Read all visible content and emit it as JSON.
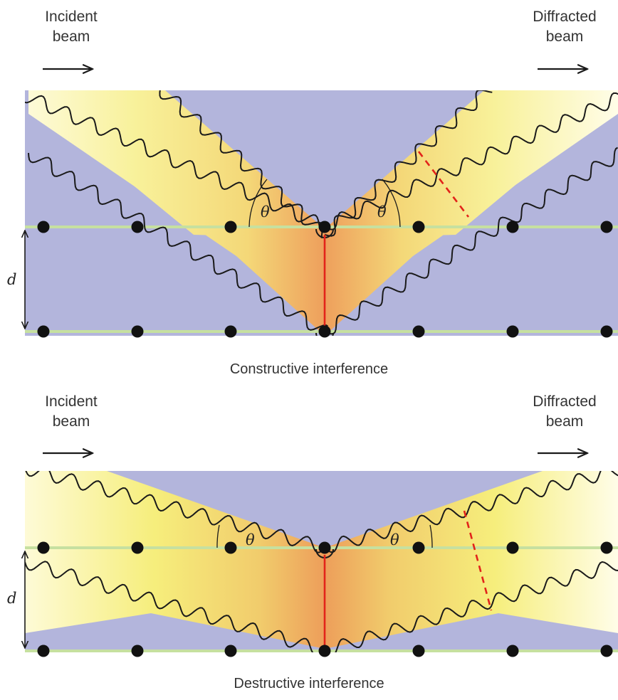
{
  "panels": [
    {
      "id": "constructive",
      "incident": {
        "line1": "Incident",
        "line2": "beam"
      },
      "diffracted": {
        "line1": "Diffracted",
        "line2": "beam"
      },
      "caption": "Constructive interference",
      "angle_symbol": "θ",
      "spacing_symbol": "d"
    },
    {
      "id": "destructive",
      "incident": {
        "line1": "Incident",
        "line2": "beam"
      },
      "diffracted": {
        "line1": "Diffracted",
        "line2": "beam"
      },
      "caption": "Destructive interference",
      "angle_symbol": "θ",
      "spacing_symbol": "d"
    }
  ],
  "colors": {
    "background_band": "#b3b5dc",
    "beam_light": "#fffde6",
    "beam_yellow": "#f6ee7a",
    "beam_orange": "#eea35c",
    "plane_line": "#c6e0a0",
    "path_difference": "#e2231a",
    "wave": "#1a1a1a",
    "atom": "#111111"
  }
}
